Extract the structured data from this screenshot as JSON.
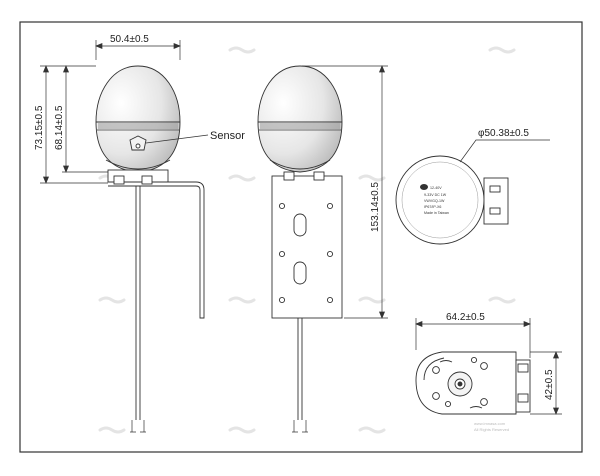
{
  "dimensions": {
    "width": "50.4±0.5",
    "height_total": "73.15±0.5",
    "height_dome": "68.14±0.5",
    "height_overall": "153.14±0.5",
    "diameter": "φ50.38±0.5",
    "base_width": "64.2±0.5",
    "base_height": "42±0.5"
  },
  "labels": {
    "sensor": "Sensor"
  },
  "nameplate": {
    "line1": "12-40V",
    "line2": "9-33V DC 1W",
    "line3": "VWVGQ-1W",
    "line4": "IP67/IP-X6",
    "line5": "Made in Taiwan"
  },
  "watermark": {
    "line1": "www.imnasa.com",
    "line2": "All Rights Reserved"
  }
}
